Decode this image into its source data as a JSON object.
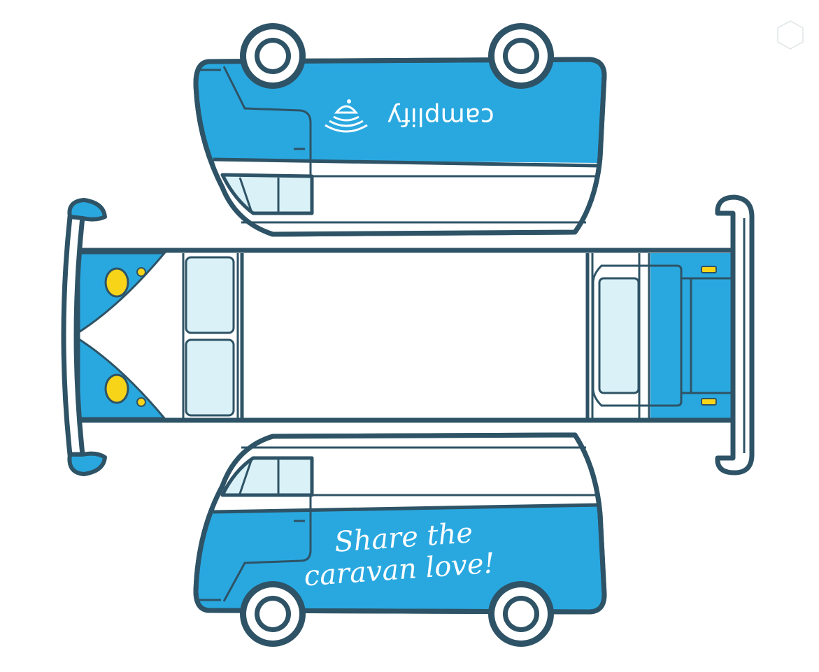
{
  "colors": {
    "outline": "#2e5366",
    "body_blue": "#29a8e0",
    "window": "#d9f1f7",
    "headlight": "#f7d417",
    "white": "#ffffff"
  },
  "top_panel": {
    "logo_icon": "campervan-wifi-logo-icon",
    "brand_text": "camplify"
  },
  "bottom_panel": {
    "slogan_line1": "Share the",
    "slogan_line2": "caravan love!"
  }
}
